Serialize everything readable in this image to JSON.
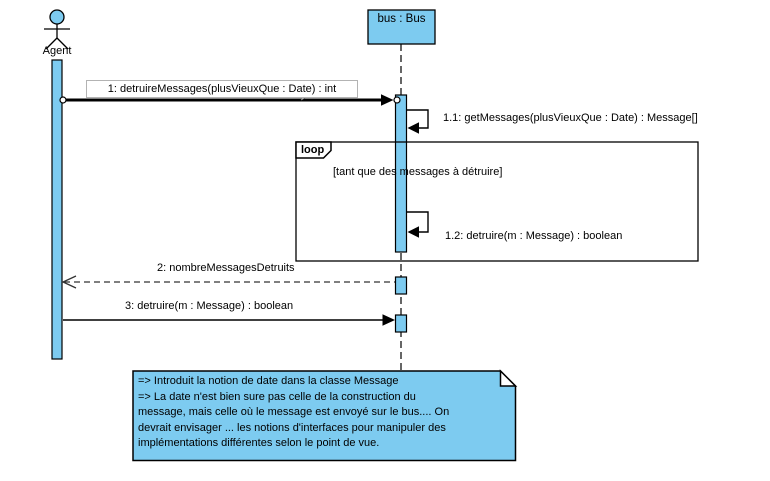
{
  "diagram": {
    "type": "uml-sequence-diagram",
    "colors": {
      "element_fill": "#7dcbf0",
      "stroke": "#000000",
      "message_label_border": "#b3b3b3",
      "return_arrow": "#333333",
      "background": "#ffffff"
    },
    "actor": {
      "label": "Agent"
    },
    "lifeline": {
      "label": "bus : Bus"
    },
    "messages": {
      "m1": "1: detruireMessages(plusVieuxQue : Date) : int",
      "m1_1": "1.1: getMessages(plusVieuxQue : Date) : Message[]",
      "m1_2": "1.2: detruire(m : Message) : boolean",
      "m2": "2: nombreMessagesDetruits",
      "m3": "3: detruire(m : Message) : boolean"
    },
    "loop_fragment": {
      "operator": "loop",
      "guard": "[tant que des messages à détruire]"
    },
    "note": {
      "lines": [
        "=> Introduit la notion de date dans la classe Message",
        "=> La date n'est bien sure pas celle de la construction du",
        "message, mais celle où le message est envoyé sur le bus.... On",
        "devrait envisager ... les notions d'interfaces pour manipuler des",
        "implémentations différentes selon le point de vue."
      ]
    }
  }
}
